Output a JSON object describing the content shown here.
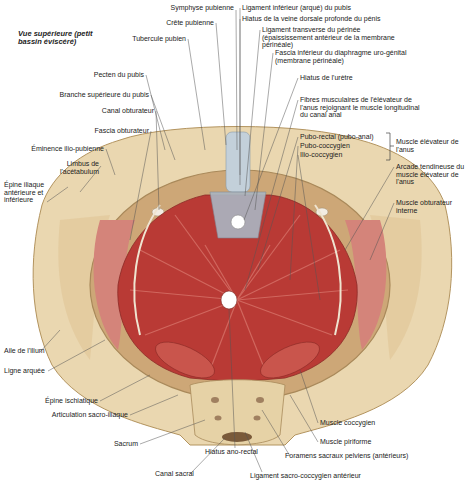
{
  "diagram": {
    "title": "Vue supérieure (petit bassin éviscéré)",
    "labels": [
      "Symphyse pubienne",
      "Crête pubienne",
      "Tubercule pubien",
      "Ligament inférieur (arqué) du pubis",
      "Hiatus de la veine dorsale profonde du pénis",
      "Ligament transverse du périnée (épaississement antérieur de la membrane périnéale)",
      "Fascia inférieur du diaphragme uro-génital (membrane périnéale)",
      "Hiatus de l'urètre",
      "Fibres musculaires de l'élévateur de l'anus rejoignant le muscle longitudinal du canal anal",
      "Pubo-rectal (pubo-anal)",
      "Pubo-coccygien",
      "Ilio-coccygien",
      "Muscle élévateur de l'anus",
      "Arcade tendineuse du muscle élévateur de l'anus",
      "Muscle obturateur interne",
      "Pecten du pubis",
      "Branche supérieure du pubis",
      "Canal obturateur",
      "Fascia obturateur",
      "Éminence ilio-pubienne",
      "Limbus de l'acétabulum",
      "Épine iliaque antérieure et inférieure",
      "Aile de l'ilium",
      "Ligne arquée",
      "Épine ischiatique",
      "Articulation sacro-iliaque",
      "Sacrum",
      "Canal sacral",
      "Hiatus ano-rectal",
      "Ligament sacro-coccygien antérieur",
      "Foramens sacraux pelviens (antérieurs)",
      "Muscle piriforme",
      "Muscle coccygien"
    ]
  }
}
